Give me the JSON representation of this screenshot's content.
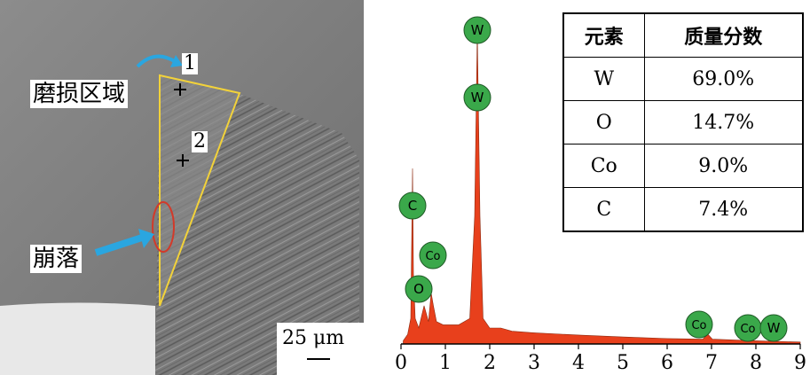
{
  "sem_image": {
    "label_wear": "磨损区域",
    "label_spall": "崩落",
    "point_1": "1",
    "point_2": "2",
    "scale_bar": "25 μm"
  },
  "composition_table": {
    "headers": [
      "元素",
      "质量分数"
    ],
    "rows": [
      {
        "element": "W",
        "fraction": "69.0%"
      },
      {
        "element": "O",
        "fraction": "14.7%"
      },
      {
        "element": "Co",
        "fraction": "9.0%"
      },
      {
        "element": "C",
        "fraction": "7.4%"
      }
    ]
  },
  "chart_data": {
    "type": "area",
    "x_ticks": [
      "0",
      "1",
      "2",
      "3",
      "4",
      "5",
      "6",
      "7",
      "8",
      "9"
    ],
    "xlim": [
      0,
      9
    ],
    "ylim": [
      0,
      1
    ],
    "spectrum": [
      [
        0.05,
        0.01
      ],
      [
        0.15,
        0.03
      ],
      [
        0.22,
        0.08
      ],
      [
        0.26,
        0.55
      ],
      [
        0.28,
        0.22
      ],
      [
        0.32,
        0.08
      ],
      [
        0.4,
        0.05
      ],
      [
        0.52,
        0.12
      ],
      [
        0.56,
        0.1
      ],
      [
        0.62,
        0.07
      ],
      [
        0.68,
        0.16
      ],
      [
        0.73,
        0.12
      ],
      [
        0.8,
        0.07
      ],
      [
        0.95,
        0.06
      ],
      [
        1.1,
        0.06
      ],
      [
        1.3,
        0.06
      ],
      [
        1.55,
        0.08
      ],
      [
        1.66,
        0.4
      ],
      [
        1.72,
        0.98
      ],
      [
        1.78,
        0.4
      ],
      [
        1.85,
        0.08
      ],
      [
        2.0,
        0.05
      ],
      [
        2.25,
        0.05
      ],
      [
        2.5,
        0.04
      ],
      [
        3.0,
        0.035
      ],
      [
        4.0,
        0.028
      ],
      [
        5.0,
        0.022
      ],
      [
        6.0,
        0.017
      ],
      [
        6.8,
        0.015
      ],
      [
        6.92,
        0.03
      ],
      [
        7.02,
        0.015
      ],
      [
        8.0,
        0.01
      ],
      [
        9.0,
        0.006
      ]
    ],
    "peak_labels": [
      {
        "text": "W",
        "x": 1.72,
        "y": 0.98
      },
      {
        "text": "W",
        "x": 1.72,
        "y": 0.7
      },
      {
        "text": "C",
        "x": 0.26,
        "y": 0.6
      },
      {
        "text": "Co",
        "x": 0.72,
        "y": 0.42
      },
      {
        "text": "O",
        "x": 0.56,
        "y": 0.3
      },
      {
        "text": "Co",
        "x": 6.92,
        "y": 0.08
      },
      {
        "text": "Co",
        "x": 7.7,
        "y": 0.08
      },
      {
        "text": "W",
        "x": 8.4,
        "y": 0.08
      }
    ],
    "fill_color": "#e8401c",
    "label_color": "#3aa84a"
  }
}
